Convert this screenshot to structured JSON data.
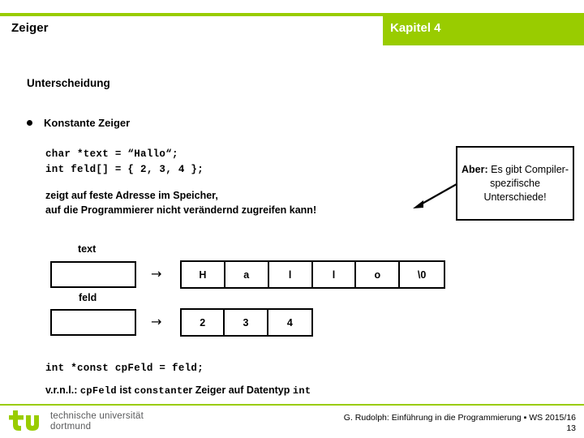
{
  "header": {
    "title": "Zeiger",
    "chapter": "Kapitel 4",
    "accent_color": "#99CC00"
  },
  "content": {
    "section_heading": "Unterscheidung",
    "bullet": "Konstante Zeiger",
    "code_line_1": "char *text = “Hallo“;",
    "code_line_2": "int feld[] = { 2, 3, 4 };",
    "description_line_1": "zeigt auf feste Adresse im Speicher,",
    "description_line_2": "auf die Programmierer nicht verändernd zugreifen kann!"
  },
  "callout": {
    "lead": "Aber:",
    "rest": " Es gibt Compiler-spezifische Unterschiede!"
  },
  "diagram": {
    "arrow_glyph": "→",
    "rows": [
      {
        "label": "text",
        "cells": [
          "H",
          "a",
          "l",
          "l",
          "o",
          "\\0"
        ]
      },
      {
        "label": "feld",
        "cells": [
          "2",
          "3",
          "4"
        ]
      }
    ]
  },
  "bottom": {
    "code": "int *const cpFeld = feld;",
    "expl_prefix": "v.r.n.l.: ",
    "expl_code_1": "cpFeld",
    "expl_mid_1": " ist ",
    "expl_code_2": "constant",
    "expl_mid_2": "er Zeiger auf Datentyp ",
    "expl_code_3": "int"
  },
  "footer": {
    "logo_line_1": "technische universität",
    "logo_line_2": "dortmund",
    "credit": "G. Rudolph: Einführung in die Programmierung ▪ WS 2015/16",
    "page": "13"
  }
}
